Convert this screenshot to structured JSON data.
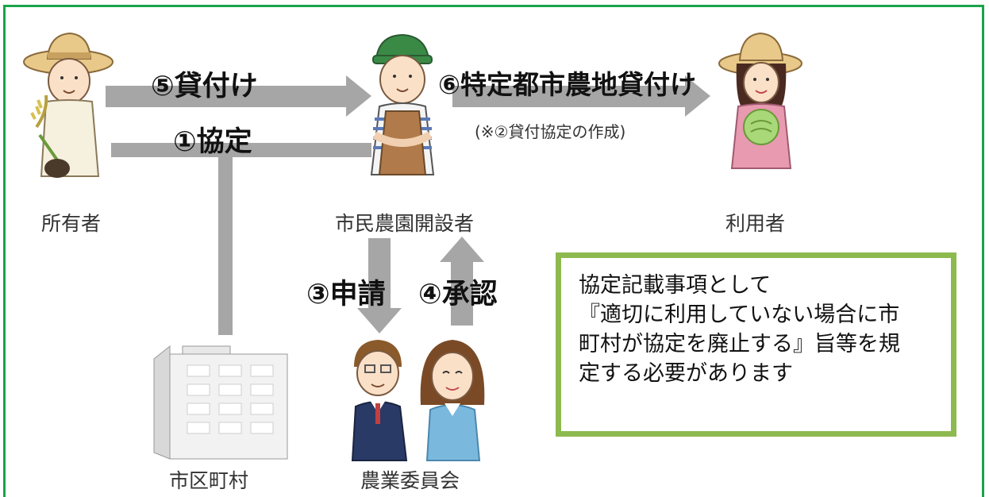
{
  "actors": {
    "owner": "所有者",
    "farm_operator": "市民農園開設者",
    "user": "利用者",
    "municipality": "市区町村",
    "agri_committee": "農業委員会"
  },
  "steps": {
    "lease": "⑤貸付け",
    "agreement": "①協定",
    "apply": "③申請",
    "approve": "④承認",
    "urban_lease": "⑥特定都市農地貸付け",
    "urban_lease_note": "(※②貸付協定の作成)"
  },
  "note": {
    "lines": [
      "協定記載事項として",
      "『適切に利用していない場合に市",
      "町村が協定を廃止する』旨等を規",
      "定する必要があります"
    ]
  },
  "colors": {
    "frame": "#19a34a",
    "note_border": "#8dba4f",
    "arrow": "#a6a6a6"
  }
}
